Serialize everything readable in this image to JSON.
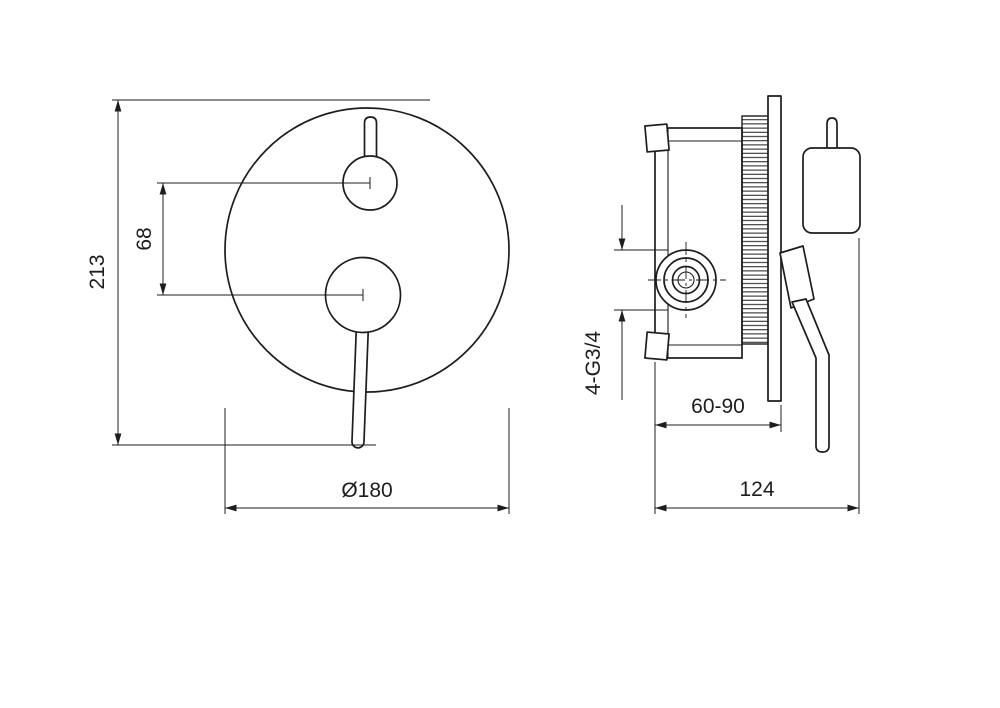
{
  "front_view": {
    "dim_overall_height": "213",
    "dim_handle_centers": "68",
    "dim_plate_diameter": "Ø180"
  },
  "side_view": {
    "dim_connection_thread": "4-G3/4",
    "dim_installation_depth": "60-90",
    "dim_overall_depth": "124"
  },
  "colors": {
    "line": "#1d1d1d",
    "background": "#ffffff"
  }
}
